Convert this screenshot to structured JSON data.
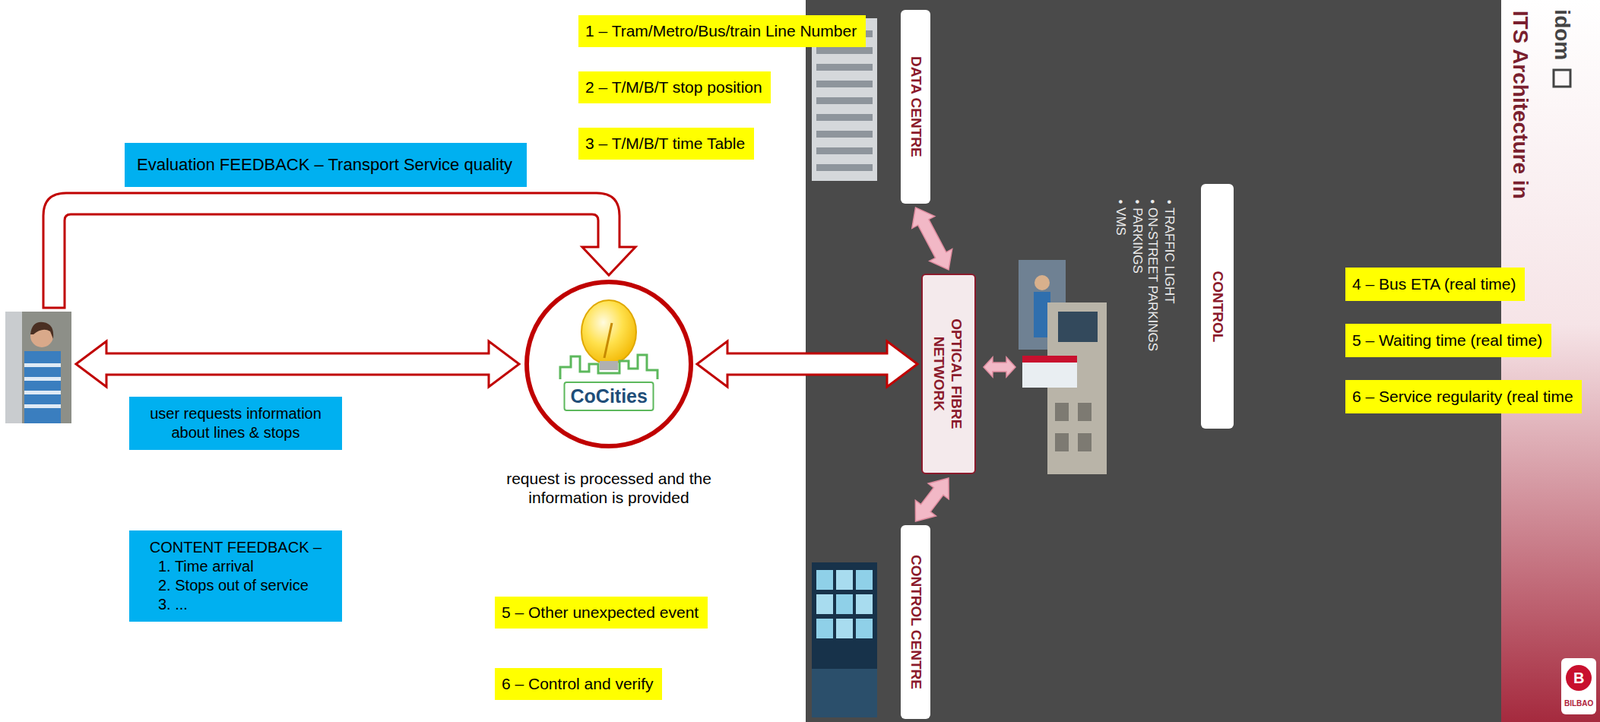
{
  "diagram": {
    "nodes": [
      {
        "text": [
          "1 – Tram/Metro/Bus/train Line Number"
        ]
      },
      {
        "text": [
          "2 – T/M/B/T stop position"
        ]
      },
      {
        "text": [
          "3 – T/M/B/T time Table"
        ]
      },
      {
        "text": [
          "Evaluation FEEDBACK – Transport Service quality"
        ]
      },
      {
        "text": [
          "DATA CENTRE"
        ]
      },
      {
        "text": [
          "CoCities"
        ]
      },
      {
        "text": [
          "OPTICAL FIBRE NETWORK"
        ]
      },
      {
        "text": [
          "CONTROL"
        ]
      },
      {
        "text": [
          "4 – Bus ETA (real time)"
        ]
      },
      {
        "text": [
          "5 – Waiting time (real time)"
        ]
      },
      {
        "text": [
          "6 – Service regularity (real time"
        ]
      },
      {
        "text": [
          "user requests information about lines & stops"
        ]
      },
      {
        "text": [
          "CONTENT FEEDBACK –",
          "1. Time arrival",
          "2. Stops out of service",
          "3. ..."
        ]
      },
      {
        "text": [
          "5 – Other unexpected event"
        ]
      },
      {
        "text": [
          "6 – Control and verify"
        ]
      },
      {
        "text": [
          "CONTROL CENTRE"
        ]
      }
    ],
    "edges": [
      {
        "from": 5,
        "to": 6,
        "arrow": "both"
      },
      {
        "from": 4,
        "to": 6,
        "arrow": "both"
      },
      {
        "from": 6,
        "to": 15,
        "arrow": "both"
      }
    ],
    "labels": [
      "request is processed and the information is provided",
      "ITS Architecture in",
      "• TRAFFIC LIGHT",
      "• ON-STREET PARKINGS",
      "• PARKINGS",
      "• VMS",
      "idom",
      "B",
      "BILBAO"
    ]
  }
}
